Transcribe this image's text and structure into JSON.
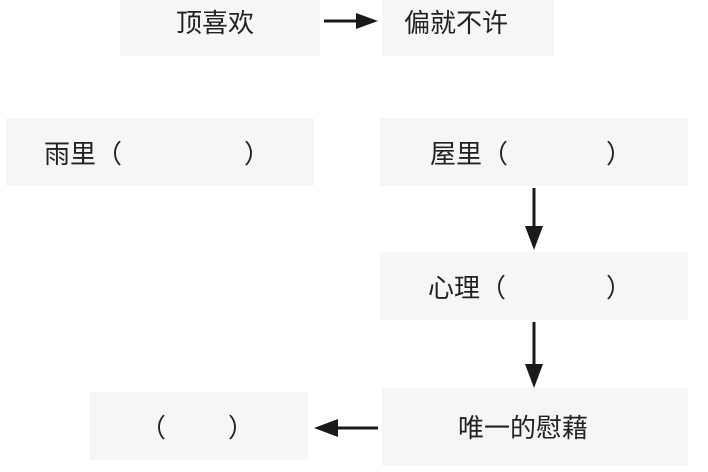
{
  "nodes": {
    "top_left": {
      "text": "顶喜欢"
    },
    "top_right": {
      "text": "偏就不许"
    },
    "mid_left": {
      "text": "雨里（",
      "close": "）"
    },
    "mid_right": {
      "text": "屋里（",
      "close": "）"
    },
    "heart": {
      "text": "心理（",
      "close": "）"
    },
    "comfort": {
      "text": "唯一的慰藉"
    },
    "bottom_left": {
      "open": "（",
      "close": "）"
    }
  },
  "colors": {
    "box_fill": "#f6f6f6",
    "text": "#222222",
    "arrow": "#1a1a1a"
  }
}
